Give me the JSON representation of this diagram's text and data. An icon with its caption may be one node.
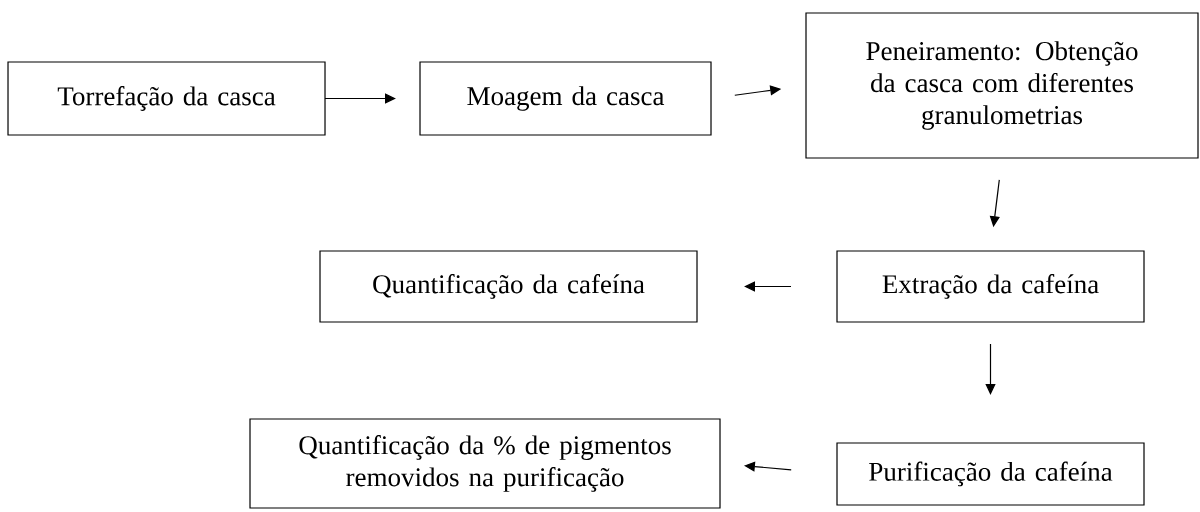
{
  "diagram": {
    "nodes": [
      {
        "text": [
          "Torrefação da casca"
        ]
      },
      {
        "text": [
          "Moagem da casca"
        ]
      },
      {
        "text": [
          "Peneiramento: Obtenção da casca com diferentes granulometrias"
        ]
      },
      {
        "text": [
          "Extração da cafeína"
        ]
      },
      {
        "text": [
          "Quantificação da cafeína"
        ]
      },
      {
        "text": [
          "Purificação da cafeína"
        ]
      },
      {
        "text": [
          "Quantificação da % de pigmentos removidos na purificação"
        ]
      }
    ],
    "edges": [
      {
        "from": 0,
        "to": 1,
        "arrow": "to"
      },
      {
        "from": 1,
        "to": 2,
        "arrow": "to"
      },
      {
        "from": 2,
        "to": 3,
        "arrow": "to"
      },
      {
        "from": 3,
        "to": 4,
        "arrow": "to"
      },
      {
        "from": 3,
        "to": 5,
        "arrow": "to"
      },
      {
        "from": 5,
        "to": 6,
        "arrow": "to"
      }
    ]
  }
}
